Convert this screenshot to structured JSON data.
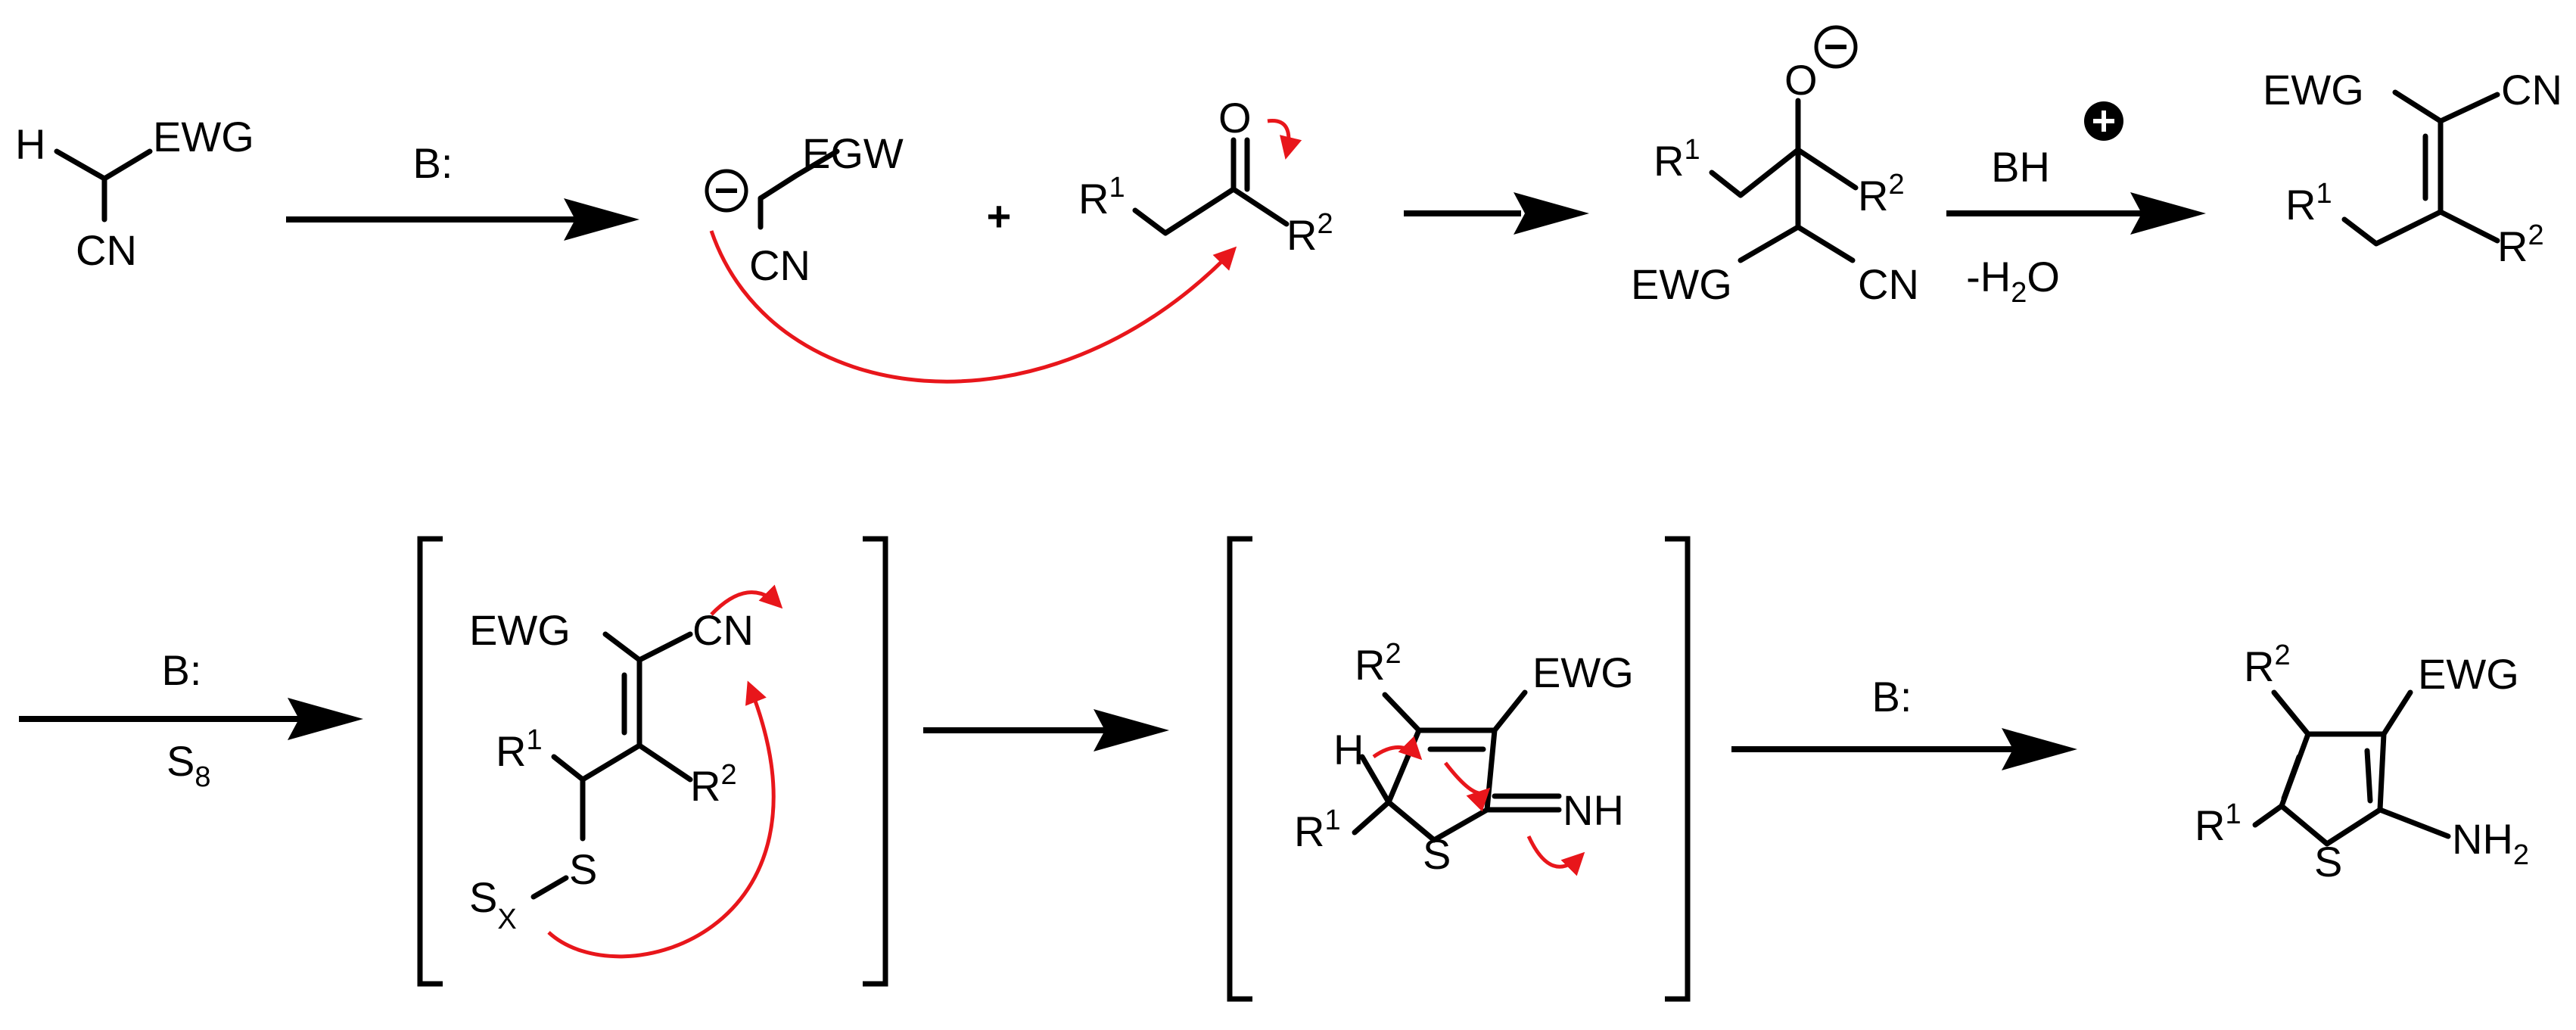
{
  "scheme": {
    "colors": {
      "ink": "#000000",
      "electron_arrow": "#e8161b"
    },
    "labels": {
      "ewg": "EWG",
      "egw": "EGW",
      "cn": "CN",
      "h": "H",
      "o": "O",
      "s": "S",
      "nh": "NH",
      "nh2_base": "NH",
      "nh2_sub": "2",
      "r": "R",
      "sup1": "1",
      "sup2": "2",
      "sx_base": "S",
      "sx_sub": "X",
      "plus": "+"
    },
    "reagents": {
      "step1_base": "B:",
      "step3_top": "BH",
      "step3_bottom_prefix": "-H",
      "step3_bottom_sub": "2",
      "step3_bottom_suffix": "O",
      "step4_base": "B:",
      "step4_s": "S",
      "step4_s_sub": "8",
      "step6_base": "B:"
    },
    "charges": {
      "negative": "−",
      "positive": "+"
    }
  }
}
